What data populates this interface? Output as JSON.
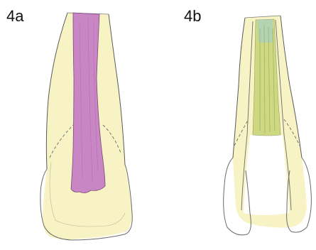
{
  "figure": {
    "panels": [
      {
        "label": "4a",
        "depicts": "tooth-cross-section",
        "fill_color": "#c986c4"
      },
      {
        "label": "4b",
        "depicts": "tooth-cross-section",
        "fill_color": "#c9d67a"
      }
    ],
    "colors": {
      "tooth_body": "#f7f3c4",
      "outline": "#5a5a5a",
      "background": "#ffffff"
    }
  }
}
